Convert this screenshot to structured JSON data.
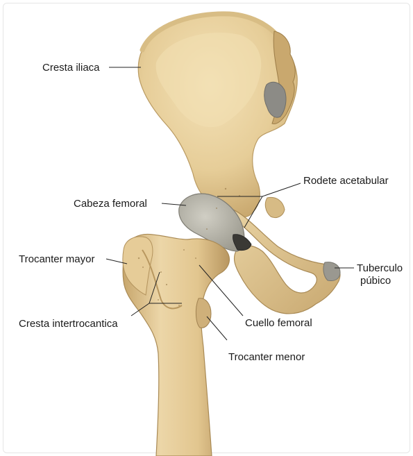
{
  "labels": {
    "cresta_iliaca": "Cresta iliaca",
    "rodete_acetabular": "Rodete acetabular",
    "cabeza_femoral": "Cabeza femoral",
    "trocanter_mayor": "Trocanter mayor",
    "tuberculo_publico_line1": "Tuberculo",
    "tuberculo_publico_line2": "púbico",
    "cresta_intertrocantica": "Cresta intertrocantica",
    "cuello_femoral": "Cuello femoral",
    "trocanter_menor": "Trocanter menor"
  },
  "colors": {
    "bone": "#e8d2a4",
    "bone_shadow": "#c9ab74",
    "bone_dark": "#a98a55",
    "cartilage": "#b9b7aa",
    "leader_line": "#222222",
    "label_text": "#1a1a1a"
  }
}
